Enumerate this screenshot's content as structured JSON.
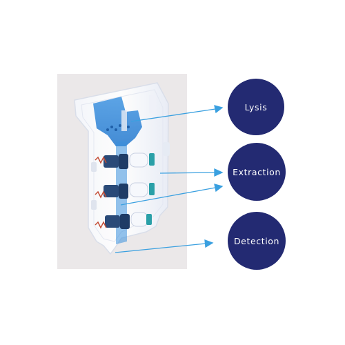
{
  "colors": {
    "circle_fill": "#232a72",
    "circle_text": "#ffffff",
    "arrow": "#3aa0e0",
    "photo_background": "#ebe8e9",
    "chamber_blue": "#3b8fdc"
  },
  "labels": {
    "lysis": "Lysis",
    "extraction": "Extraction",
    "detection": "Detection"
  },
  "icons": {
    "cartridge": "microfluidic-cartridge-illustration",
    "arrows": "pointer-arrow"
  }
}
